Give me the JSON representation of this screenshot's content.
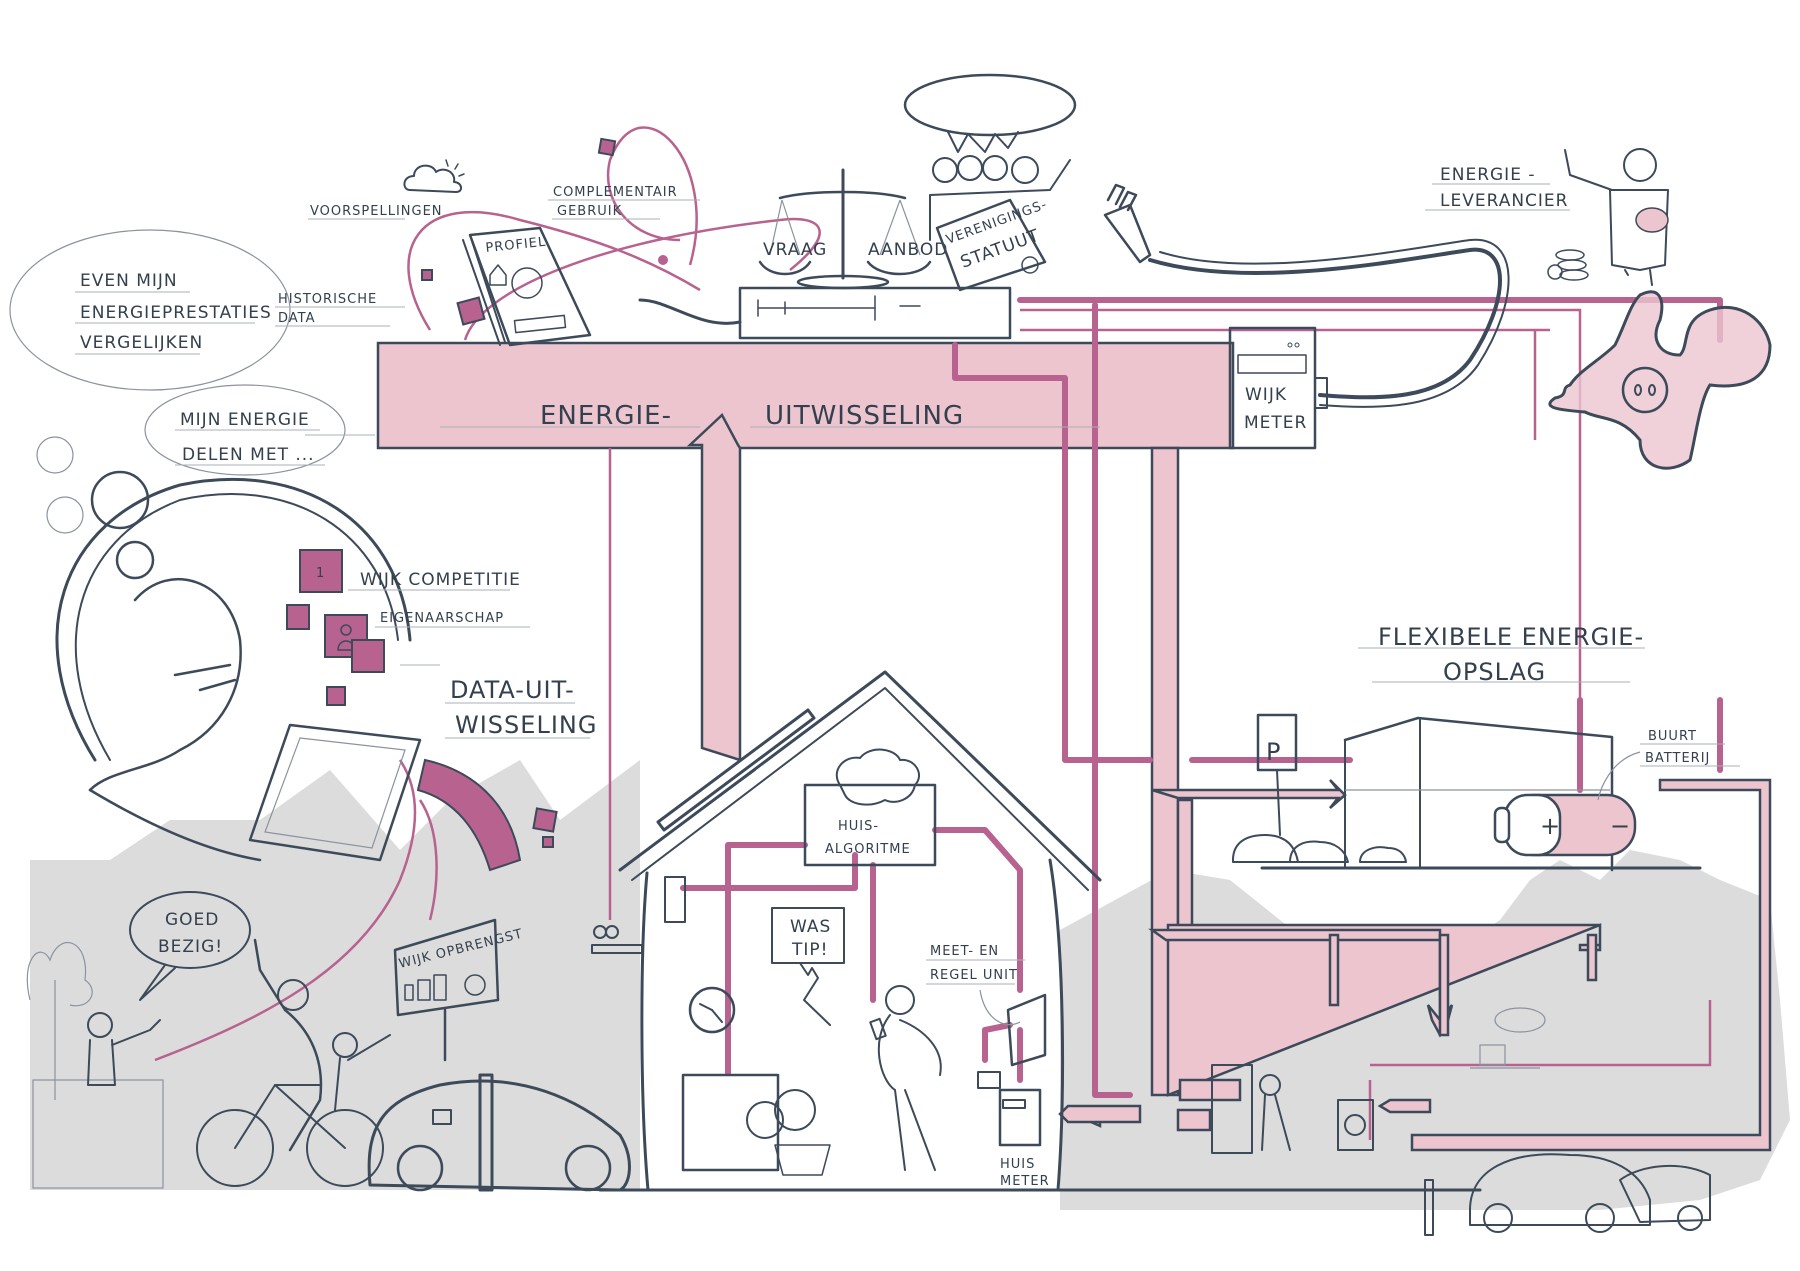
{
  "title": "Energie-uitwisseling in de wijk",
  "colors": {
    "ink": "#3d4a5a",
    "accent_magenta": "#b8628f",
    "pipe_pink": "#ecc5cf",
    "background_grey": "#dcdcdc"
  },
  "labels": {
    "energy_exchange": [
      "ENERGIE-",
      "UITWISSELING"
    ],
    "compare_bubble": [
      "EVEN MIJN",
      "ENERGIEPRESTATIES",
      "VERGELIJKEN"
    ],
    "share_bubble": [
      "MIJN ENERGIE",
      "DELEN MET ..."
    ],
    "forecasts": "VOORSPELLINGEN",
    "historical_data": [
      "HISTORISCHE",
      "DATA"
    ],
    "complementary_use": [
      "COMPLEMENTAIR",
      "GEBRUIK"
    ],
    "profile": "PROFIEL",
    "demand": "VRAAG",
    "supply": "AANBOD",
    "association_statute": [
      "VERENIGINGS-",
      "STATUUT"
    ],
    "energy_supplier": [
      "ENERGIE -",
      "LEVERANCIER"
    ],
    "district_meter": [
      "WIJK",
      "METER"
    ],
    "district_competition": "WIJK COMPETITIE",
    "ownership": "EIGENAARSCHAP",
    "data_exchange": [
      "DATA-UIT-",
      "WISSELING"
    ],
    "flexible_storage": [
      "FLEXIBELE ENERGIE-",
      "OPSLAG"
    ],
    "neighbourhood_battery": [
      "BUURT",
      "BATTERIJ"
    ],
    "house_algorithm": [
      "HUIS-",
      "ALGORITME"
    ],
    "wash_tip": [
      "WAS",
      "TIP!"
    ],
    "control_unit": [
      "MEET- EN",
      "REGEL UNIT"
    ],
    "house_meter": [
      "HUIS",
      "METER"
    ],
    "well_done": [
      "GOED",
      "BEZIG!"
    ],
    "district_yield": "WIJK OPBRENGST",
    "parking_sign": "P",
    "battery_plus": "+",
    "battery_minus": "−",
    "trophy_rank": "1"
  },
  "icons": [
    "cloud-sun-icon",
    "trophy-icon",
    "lock-icon",
    "person-icon",
    "shield-icon",
    "settings-icon",
    "plug-icon",
    "socket-icon",
    "battery-icon",
    "clock-icon",
    "washing-machine-icon",
    "brain-icon",
    "scale-icon",
    "coins-icon",
    "piggy-bank-icon",
    "electric-car-icon",
    "bicycle-icon",
    "tree-icon"
  ]
}
